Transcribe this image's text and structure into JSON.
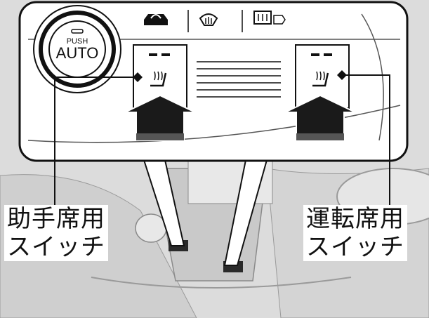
{
  "panel": {
    "knob_top_label": "PUSH",
    "knob_main_label": "AUTO",
    "icons": [
      "recirculation-car-icon",
      "front-defrost-icon",
      "rear-defrost-icon",
      "seat-heater-icon"
    ]
  },
  "callouts": {
    "passenger": {
      "line1": "助手席用",
      "line2": "スイッチ"
    },
    "driver": {
      "line1": "運転席用",
      "line2": "スイッチ"
    }
  },
  "colors": {
    "outline": "#111111",
    "interior": "#d9d9d9",
    "arrow": "#1a1a1a"
  }
}
